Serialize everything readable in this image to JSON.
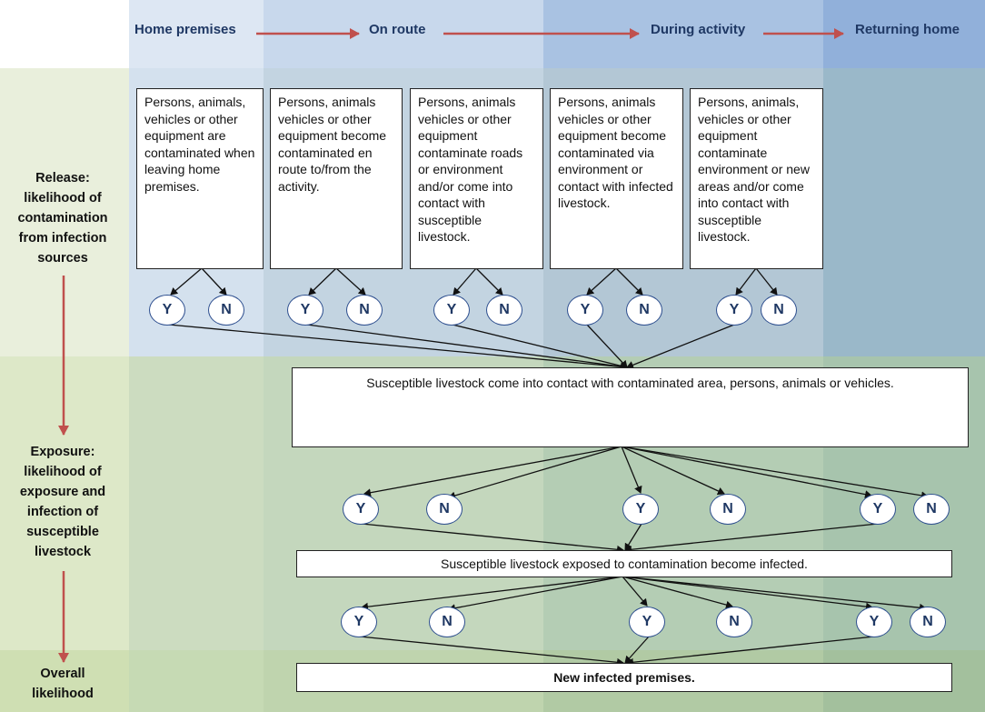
{
  "phases": [
    "Home premises",
    "On route",
    "During activity",
    "Returning home"
  ],
  "rows": {
    "release": "Release: likelihood of contamination from infection sources",
    "exposure": "Exposure: likelihood of exposure and infection of susceptible livestock",
    "overall": "Overall likelihood"
  },
  "release_events": [
    "Persons, animals, vehicles or other equipment are contaminated when leaving home premises.",
    "Persons, animals vehicles or other equipment become contaminated en route to/from the activity.",
    "Persons, animals vehicles or other equipment contaminate roads or environment and/or come into contact with susceptible livestock.",
    "Persons, animals vehicles or other equipment become contaminated via environment or contact with infected livestock.",
    "Persons, animals, vehicles or other equipment contaminate environment or new areas and/or come into contact with  susceptible livestock."
  ],
  "contact_box": "Susceptible livestock come into contact with contaminated area, persons, animals or vehicles.",
  "infection_box": "Susceptible livestock exposed to contamination become infected.",
  "outcome_box": "New infected premises.",
  "node_labels": {
    "yes": "Y",
    "no": "N"
  },
  "colors": {
    "arrow_red": "#c0504d",
    "node_border": "#2e4f8f",
    "text_blue": "#1f3864"
  }
}
